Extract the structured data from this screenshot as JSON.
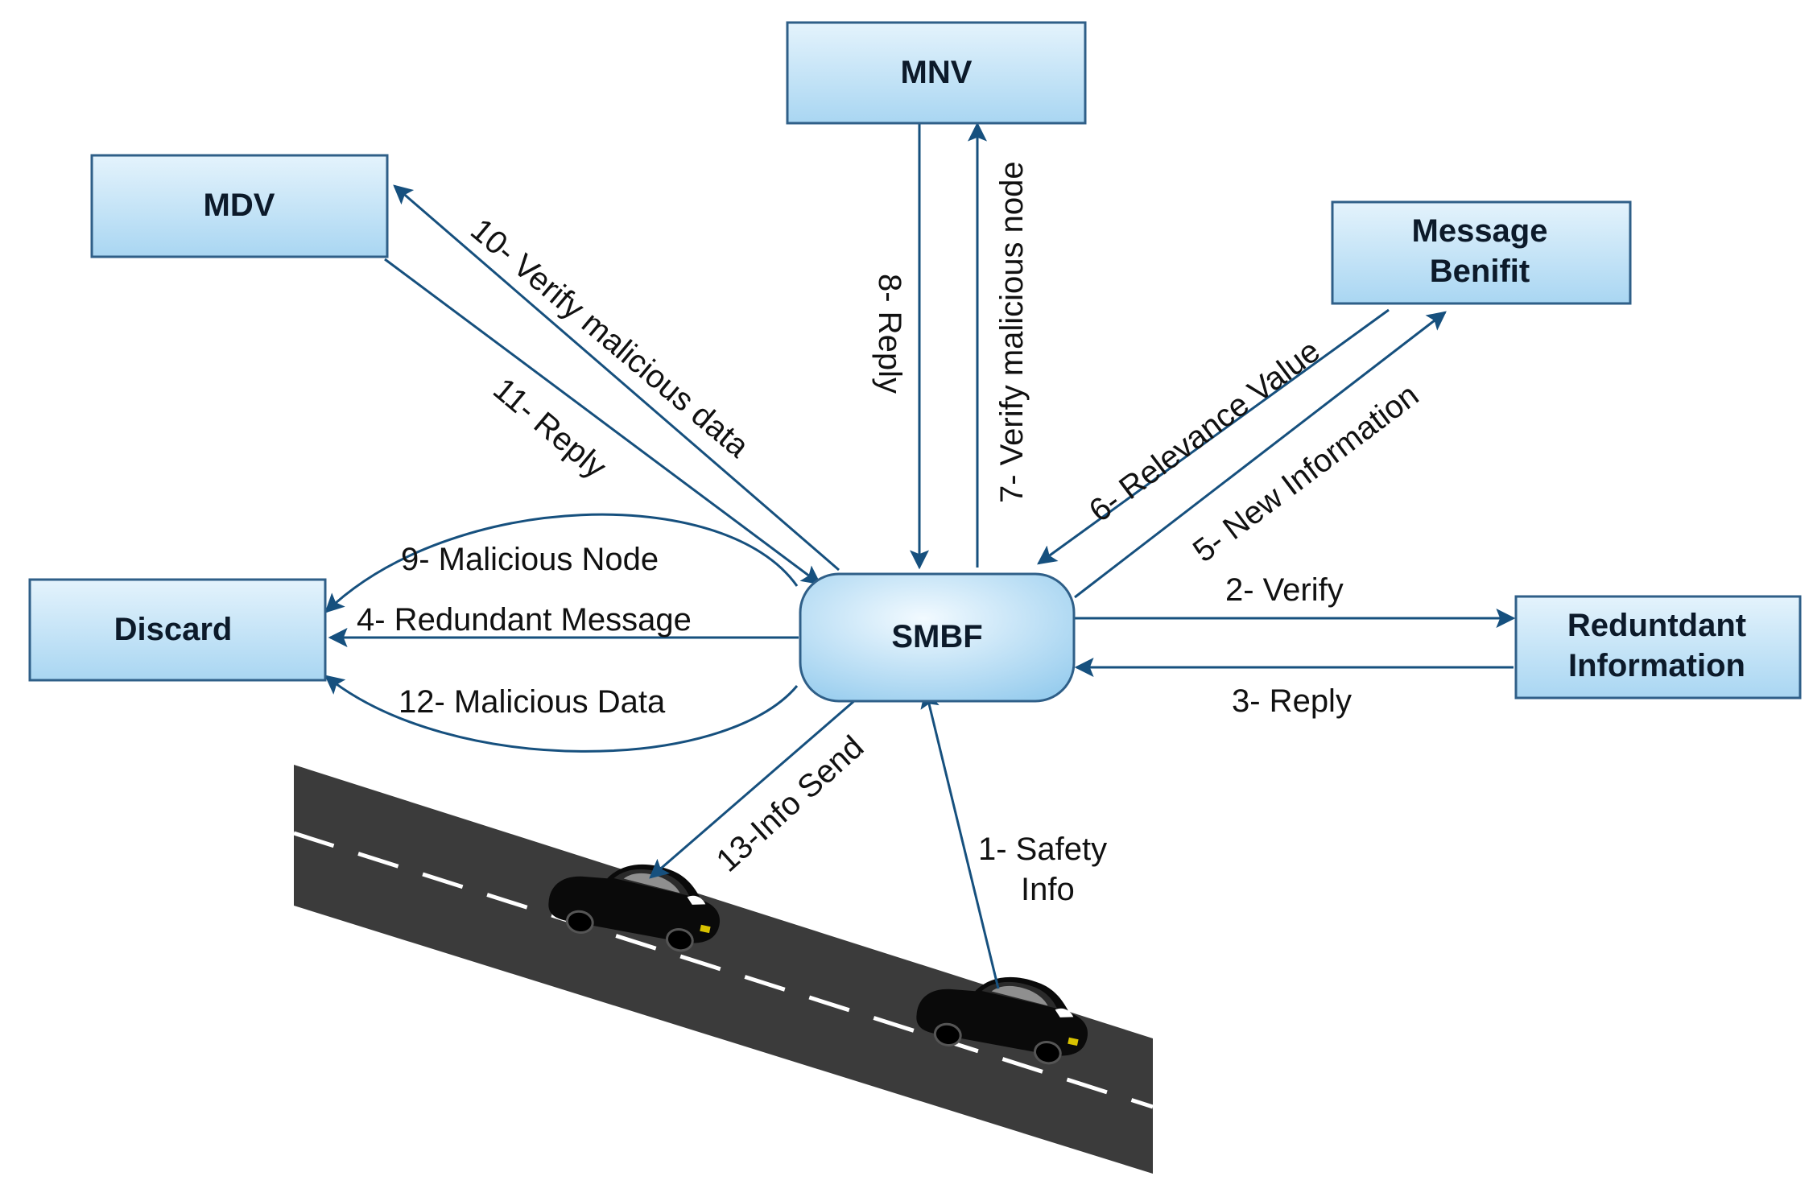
{
  "nodes": {
    "mnv": "MNV",
    "mdv": "MDV",
    "message_benefit_line1": "Message",
    "message_benefit_line2": "Benifit",
    "discard": "Discard",
    "smbf": "SMBF",
    "redundant_info_line1": "Reduntdant",
    "redundant_info_line2": "Information"
  },
  "edges": {
    "e1_line1": "1- Safety",
    "e1_line2": "Info",
    "e2": "2- Verify",
    "e3": "3- Reply",
    "e4": "4- Redundant Message",
    "e5": "5- New Information",
    "e6": "6- Relevance Value",
    "e7": "7- Verify malicious node",
    "e8": "8- Reply",
    "e9": "9- Malicious Node",
    "e10": "10- Verify malicious data",
    "e11": "11- Reply",
    "e12": "12- Malicious Data",
    "e13": "13-Info Send"
  },
  "colors": {
    "box_fill_top": "#e4f3fc",
    "box_fill_bottom": "#a9d6f2",
    "edge_stroke": "#16507e",
    "road": "#3b3b3b",
    "car_body": "#0a0a0a"
  }
}
